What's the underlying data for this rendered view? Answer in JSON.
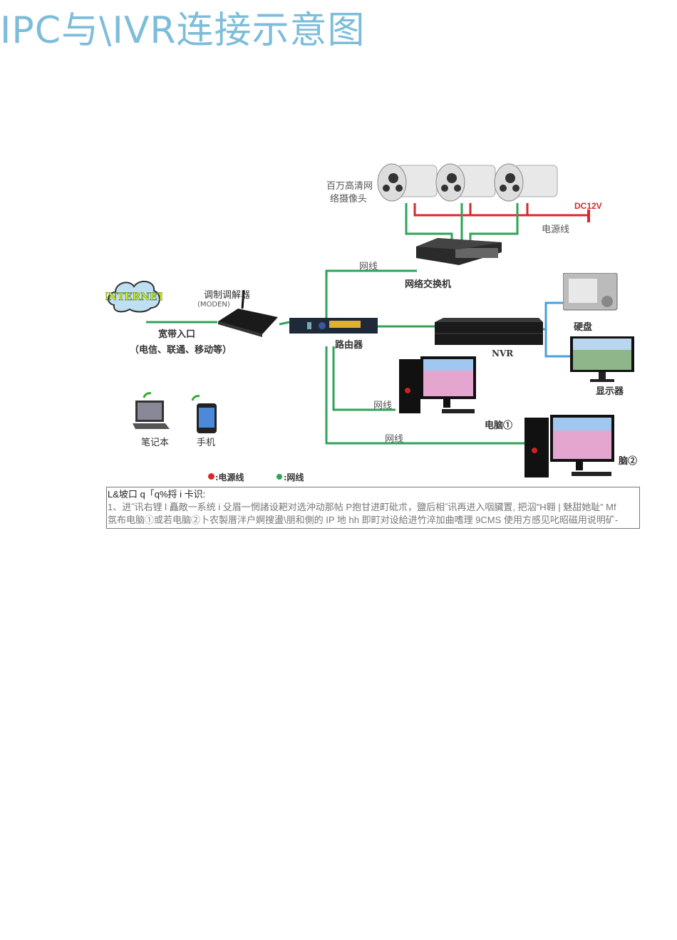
{
  "title": "IPC与\\IVR连接示意图",
  "diagram": {
    "camera_label_1": "百万高清网",
    "camera_label_2": "络摄像头",
    "dc_label": "DC12V",
    "power_line_label": "电源线",
    "switch_label": "网络交换机",
    "net_cable_label_switch": "网线",
    "internet_label": "INTERNET",
    "modem_label": "调制调解器",
    "modem_sub": "(MODEN)",
    "broadband_label": "宽带入口",
    "broadband_sub": "（电信、联通、移动等）",
    "router_label": "路由器",
    "nvr_label": "NVR",
    "hdd_label": "硬盘",
    "monitor_label": "显示器",
    "pc1_cable_label": "网线",
    "pc1_label": "电脑①",
    "pc2_cable_label": "网线",
    "pc2_label": "脑②",
    "laptop_label": "笔记本",
    "phone_label": "手机",
    "legend_power": ":电源线",
    "legend_net": ":网线",
    "colors": {
      "power": "#d42a2a",
      "net": "#2fa35a",
      "video": "#4a9fd8"
    }
  },
  "notes": [
    "L&坡口 q「q%捋 i 卡识:",
    "1、进˝讯右锂 l 矗敵一系统 i 殳眉一惘諸设耙对选沖动那帖 P抱甘进町砒朮，鹽后相˝讯再进入咽臟置, 把泅\"H翱 | 魅甜她耻” Mf",
    "氛布电脑①或若电脑②卜农製厝泮户婀搜盪\\朋和側的 IP 地 hh 即町对设給进竹淬加曲嗜理 9CMS 使用方感见叱昭磁用说明矿-"
  ]
}
